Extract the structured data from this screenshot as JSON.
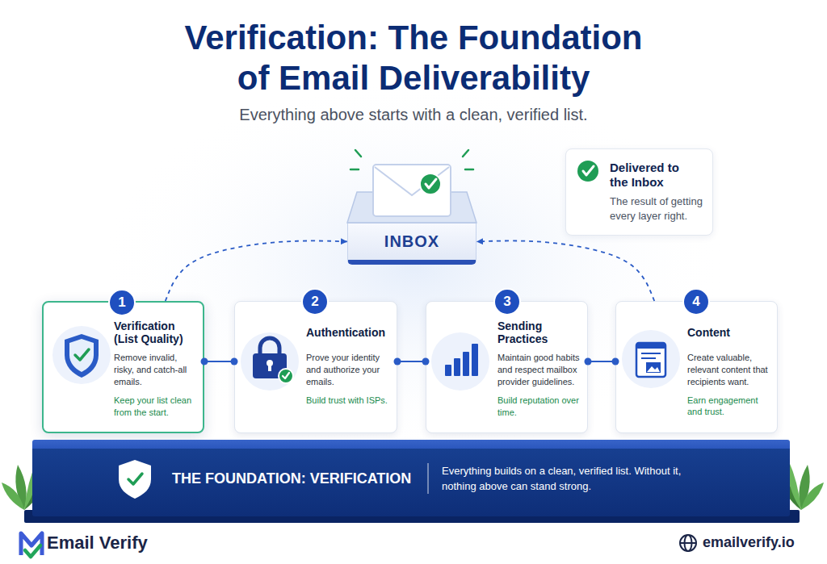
{
  "diagram": {
    "title": "Verification: The Foundation of Email Deliverability",
    "caption": "Everything above starts with a clean, verified list.",
    "nodes": [
      {
        "text": [
          "INBOX"
        ]
      },
      {
        "text": [
          "Delivered to the Inbox",
          "The result of getting every layer right."
        ]
      },
      {
        "text": [
          "1",
          "Verification (List Quality)",
          "Remove invalid, risky, and catch-all emails.",
          "Keep your list clean from the start."
        ]
      },
      {
        "text": [
          "2",
          "Authentication",
          "Prove your identity and authorize your emails.",
          "Build trust with ISPs."
        ]
      },
      {
        "text": [
          "3",
          "Sending Practices",
          "Maintain good habits and respect mailbox provider guidelines.",
          "Build reputation over time."
        ]
      },
      {
        "text": [
          "4",
          "Content",
          "Create valuable, relevant content that recipients want.",
          "Earn engagement and trust."
        ]
      },
      {
        "text": [
          "THE FOUNDATION: VERIFICATION",
          "Everything builds on a clean, verified list. Without it, nothing above can stand strong."
        ]
      }
    ],
    "edges": [
      {
        "from": 2,
        "to": 3,
        "arrow": "none"
      },
      {
        "from": 3,
        "to": 4,
        "arrow": "none"
      },
      {
        "from": 4,
        "to": 5,
        "arrow": "none"
      },
      {
        "from": 2,
        "to": 0,
        "arrow": "to"
      },
      {
        "from": 5,
        "to": 0,
        "arrow": "to"
      }
    ],
    "labels": [
      "Email Verify",
      "emailverify.io"
    ]
  }
}
